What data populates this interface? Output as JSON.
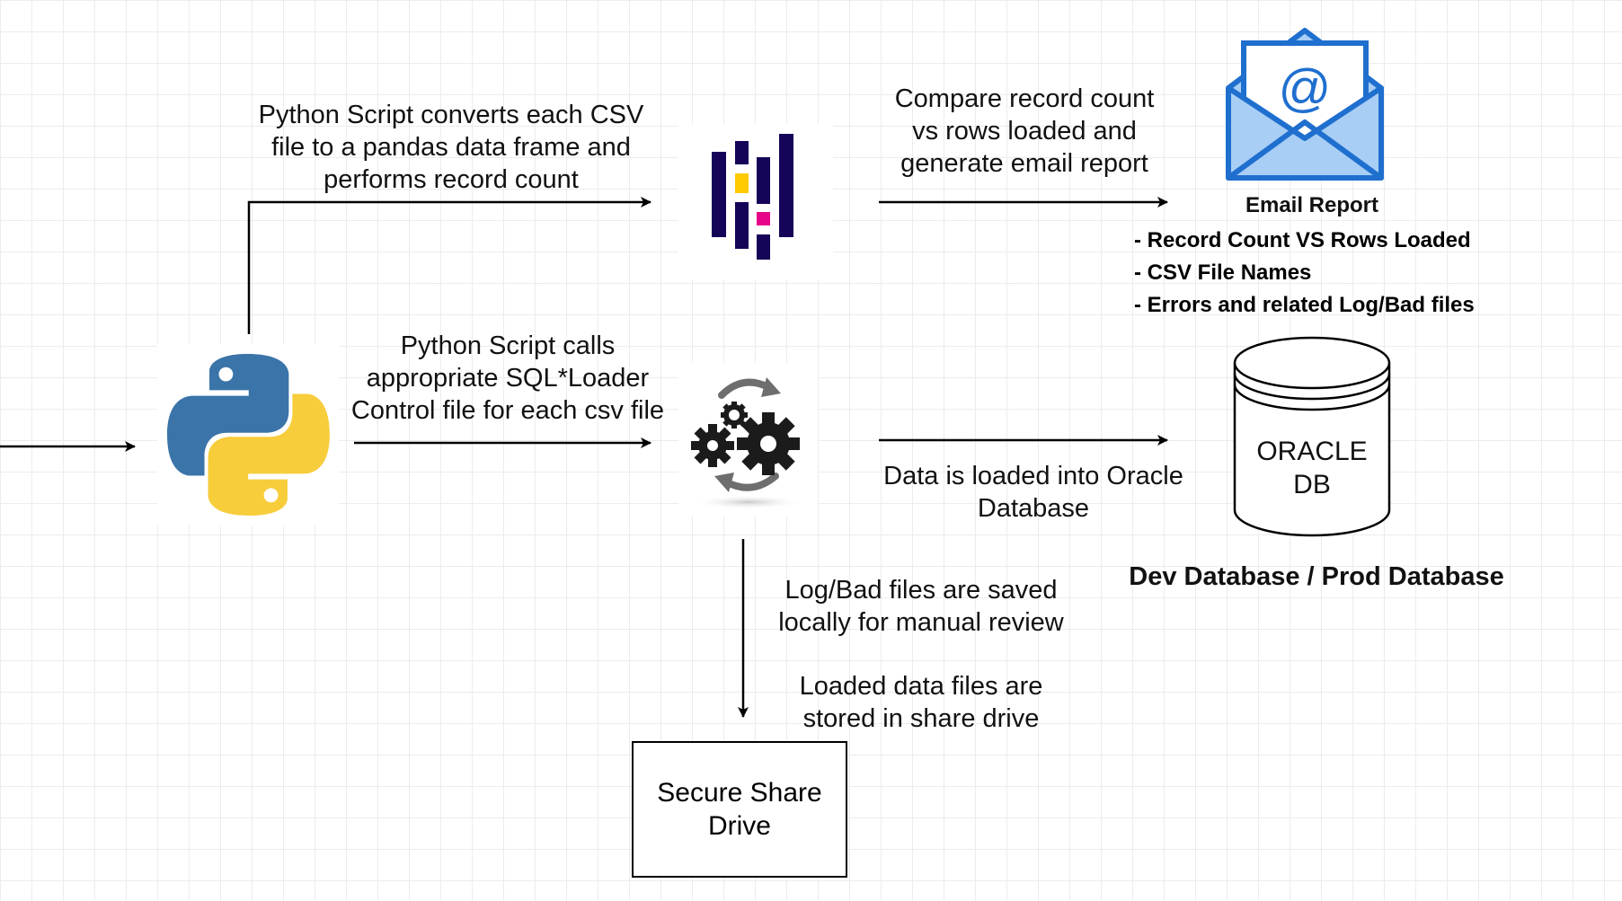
{
  "labels": {
    "pandas_step": "Python Script converts each CSV\nfile to a pandas data frame and\nperforms record count",
    "compare_step": "Compare record count\nvs rows loaded and\ngenerate email report",
    "sqlloader_step": "Python Script calls\nappropriate SQL*Loader\nControl file for each csv file",
    "load_step": "Data is loaded into Oracle\nDatabase",
    "log_step": "Log/Bad files are saved\nlocally for manual review",
    "share_step": "Loaded data files are\nstored in share drive"
  },
  "email_report": {
    "title": "Email Report",
    "items": [
      "- Record Count VS Rows Loaded",
      "- CSV File Names",
      "- Errors and related Log/Bad files"
    ]
  },
  "database": {
    "label": "ORACLE\nDB",
    "caption": "Dev Database / Prod Database"
  },
  "share_drive": {
    "label": "Secure Share\nDrive"
  },
  "icons": {
    "python": "python-logo-icon",
    "pandas": "pandas-logo-icon",
    "gears": "gears-process-icon",
    "email": "email-envelope-icon",
    "database": "database-cylinder-icon"
  },
  "colors": {
    "python_blue": "#3a74a8",
    "python_yellow": "#f7cd3b",
    "pandas_navy": "#150458",
    "pandas_yellow": "#ffca00",
    "pandas_pink": "#e70488",
    "email_blue": "#1f6fcf",
    "email_light": "#a8cef5"
  }
}
